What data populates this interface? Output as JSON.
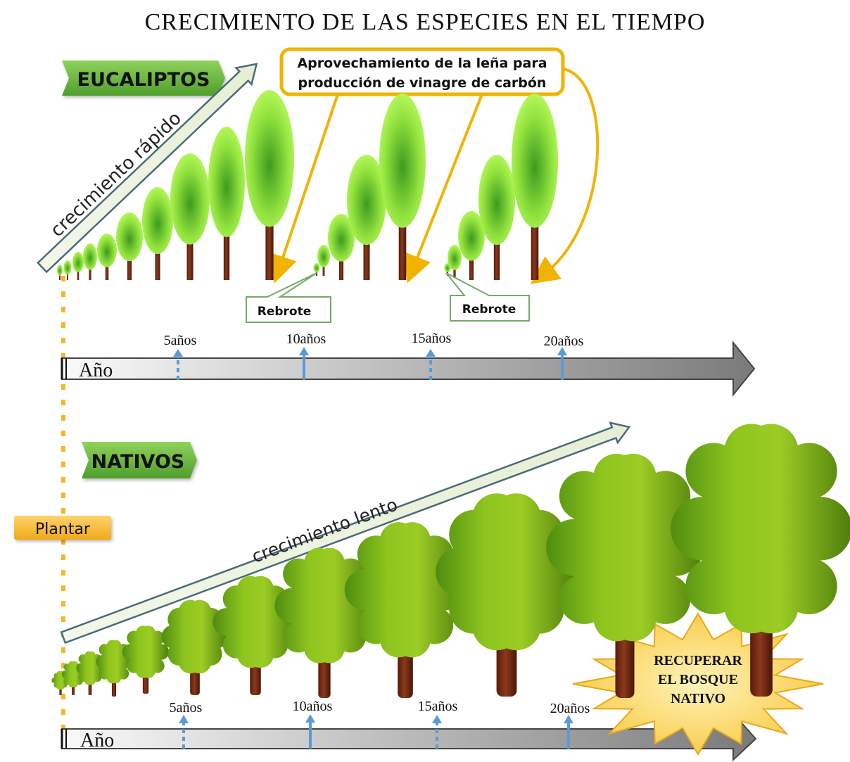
{
  "title": "CRECIMIENTO DE LAS ESPECIES EN EL TIEMPO",
  "eucalyptus": {
    "label": "EUCALIPTOS",
    "growth_label": "crecimiento rápido",
    "callout": [
      "Aprovechamiento de la leña para",
      "producción de vinagre de carbón"
    ],
    "regrowth_label": "Rebrote",
    "regrowth_label_2": "Rebrote",
    "tick_5": "5años",
    "tick_10": "10años",
    "tick_15": "15años",
    "tick_20": "20años",
    "axis_label": "Año"
  },
  "native": {
    "label": "NATIVOS",
    "growth_label": "crecimiento lento",
    "tick_5": "5años",
    "tick_10": "10años",
    "tick_15": "15años",
    "tick_20": "20años",
    "axis_label": "Año",
    "burst_lines": [
      "RECUPERAR",
      "EL BOSQUE",
      "NATIVO"
    ]
  },
  "plant_label": "Plantar",
  "colors": {
    "leaf_light": "#a6f24a",
    "leaf_dark": "#3f9c1c",
    "trunk": "#7a2a14",
    "label_green": "#64b43c",
    "callout_border": "#f0b400",
    "tick_blue": "#5b9bd5",
    "plant_orange": "#f7b52c",
    "burst_fill": "#fcd34d"
  }
}
